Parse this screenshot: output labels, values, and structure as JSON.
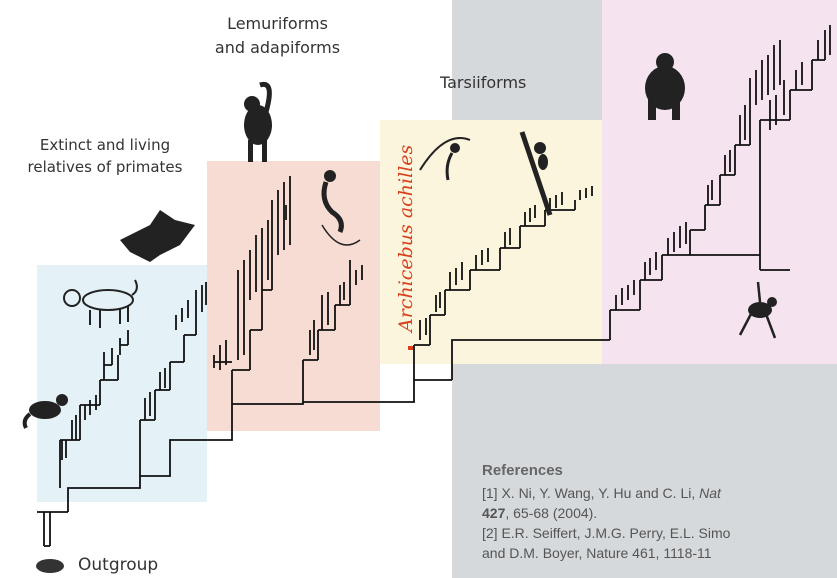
{
  "labels": {
    "lemuriforms": "Lemuriforms\nand adapiforms",
    "lemuriforms_line1": "Lemuriforms",
    "lemuriforms_line2": "and adapiforms",
    "tarsiiforms": "Tarsiiforms",
    "extinct_line1": "Extinct and living",
    "extinct_line2": "relatives of primates",
    "archicebus": "Archicebus achilles",
    "outgroup": "Outgroup"
  },
  "references": {
    "heading": "References",
    "ref1_text": "[1] X. Ni, Y. Wang, Y. Hu and C. Li, ",
    "ref1_journal": "Nat",
    "ref1_volume": "427",
    "ref1_pages": ", 65-68 (2004).",
    "ref2_text": "[2] E.R. Seiffert, J.M.G. Perry, E.L. Simo",
    "ref2_cont": "and D.M. Boyer, Nature 461, 1118-11"
  },
  "colors": {
    "blue_panel": "#e4f1f7",
    "red_panel": "#f7dcd3",
    "yellow_panel": "#faf5dc",
    "pink_panel": "#f5e4f0",
    "grey_panel": "#d5d9dc",
    "archicebus": "#d8401c",
    "tree": "#111111"
  }
}
